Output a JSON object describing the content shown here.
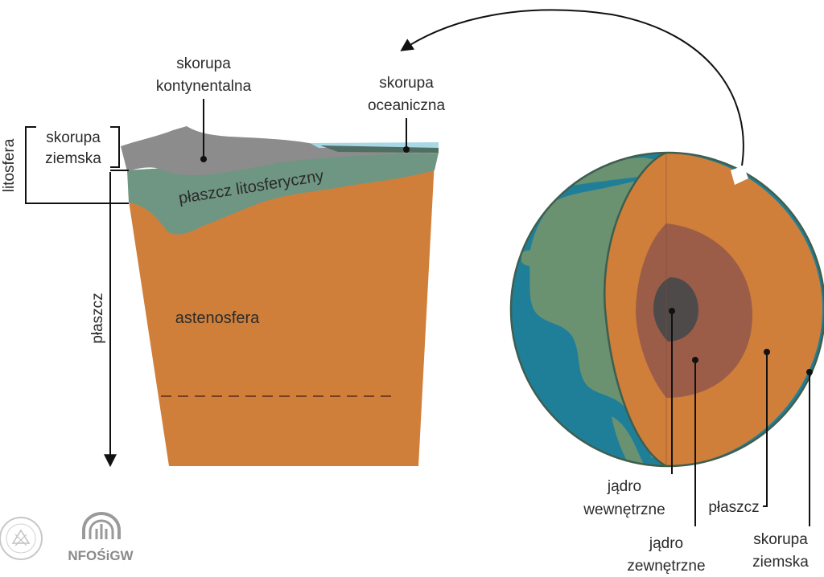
{
  "colors": {
    "asthenosphere": "#d07f3a",
    "lithospheric_mantle": "#6f9682",
    "continental_crust": "#8c8c8c",
    "oceanic_crust": "#4f6f63",
    "ocean_water": "#a8d8e6",
    "globe_ocean": "#1f7f99",
    "globe_land": "#6a9270",
    "mantle": "#d07f3a",
    "outer_core": "#9c5d48",
    "inner_core": "#4f4a4a",
    "outline": "#3e5e4e"
  },
  "labels": {
    "continental_crust": [
      "skorupa",
      "kontynentalna"
    ],
    "oceanic_crust": [
      "skorupa",
      "oceaniczna"
    ],
    "earth_crust_left": [
      "skorupa",
      "ziemska"
    ],
    "lithosphere": "litosfera",
    "lithospheric_mantle": "płaszcz litosferyczny",
    "mantle_axis": "płaszcz",
    "asthenosphere": "astenosfera",
    "inner_core": [
      "jądro",
      "wewnętrzne"
    ],
    "outer_core": [
      "jądro",
      "zewnętrzne"
    ],
    "mantle": "płaszcz",
    "earth_crust_right": [
      "skorupa",
      "ziemska"
    ]
  },
  "logos": {
    "nfosigw_icon": "nfosigw-logo-icon",
    "nfosigw_text": "NFOŚiGW",
    "seal_icon": "institute-seal-icon"
  }
}
